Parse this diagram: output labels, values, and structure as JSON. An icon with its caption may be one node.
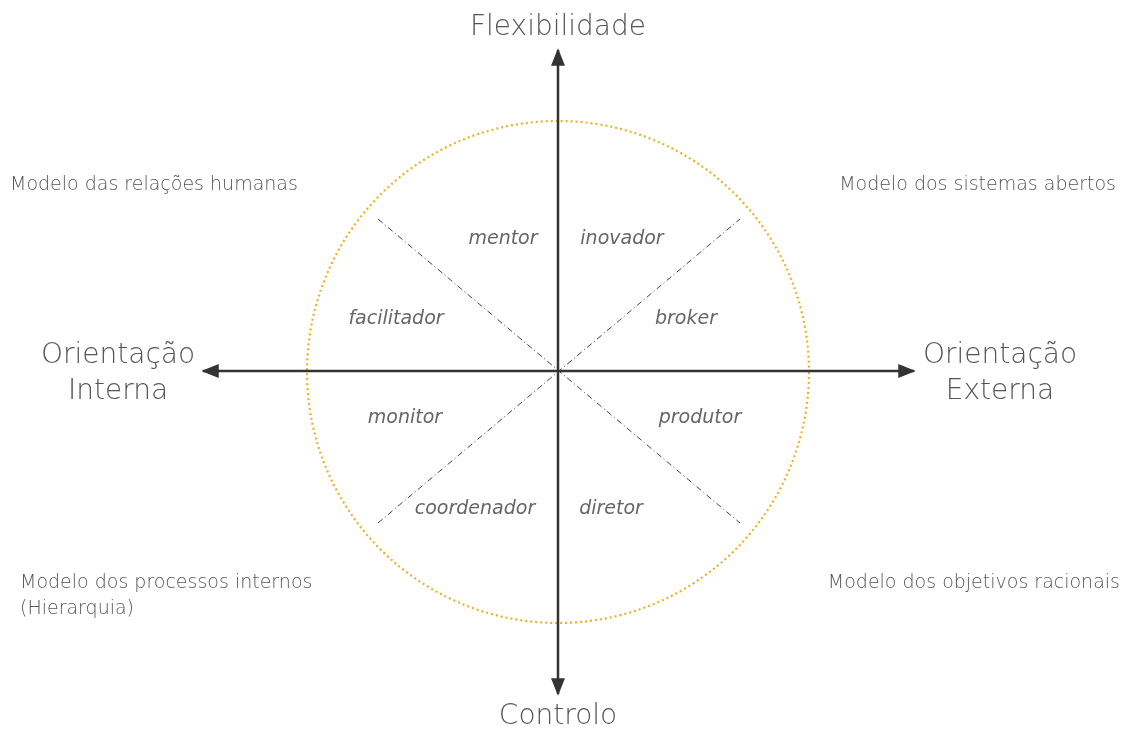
{
  "diagram": {
    "labels": [
      "Flexibilidade",
      "Modelo das relações humanas",
      "Modelo dos sistemas abertos",
      "mentor",
      "inovador",
      "facilitador",
      "broker",
      "Orientação Interna",
      "Orientação Externa",
      "monitor",
      "produtor",
      "coordenador",
      "diretor",
      "Modelo dos processos internos (Hierarquia)",
      "Modelo dos objetivos racionais",
      "Controlo"
    ]
  }
}
